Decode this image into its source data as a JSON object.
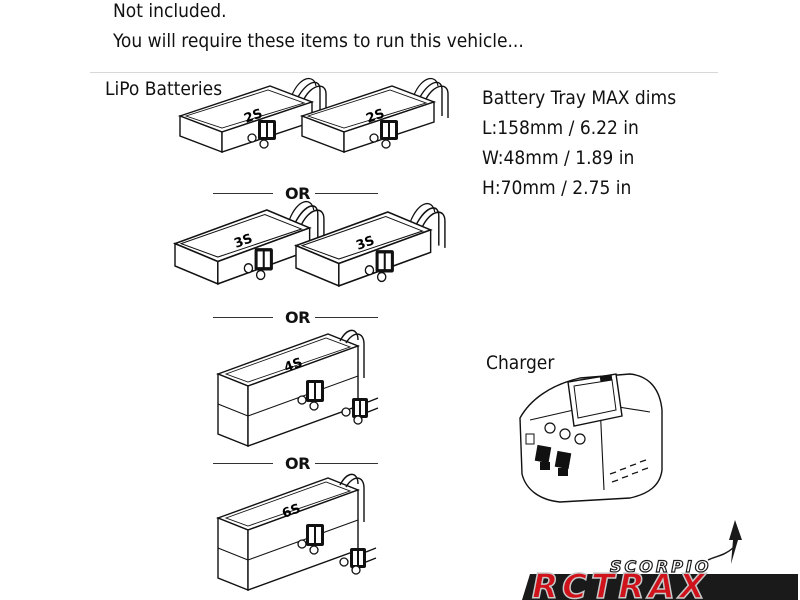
{
  "header": {
    "line1": "Not included.",
    "line2": "You will require these items to run this vehicle..."
  },
  "batteries": {
    "title": "LiPo Batteries",
    "separator_label": "OR",
    "labels": [
      "2S",
      "2S",
      "3S",
      "3S",
      "4S",
      "6S"
    ]
  },
  "tray": {
    "lines": [
      "Battery Tray MAX dims",
      "L:158mm / 6.22 in",
      "W:48mm / 1.89 in",
      "H:70mm / 2.75 in"
    ]
  },
  "charger": {
    "title": "Charger"
  },
  "logo": {
    "top_text": "SCORPIO",
    "main_text": "RCTRAX",
    "colors": {
      "red": "#d0121b",
      "dark": "#1a1a1a",
      "silver": "#c9c9c9"
    }
  }
}
